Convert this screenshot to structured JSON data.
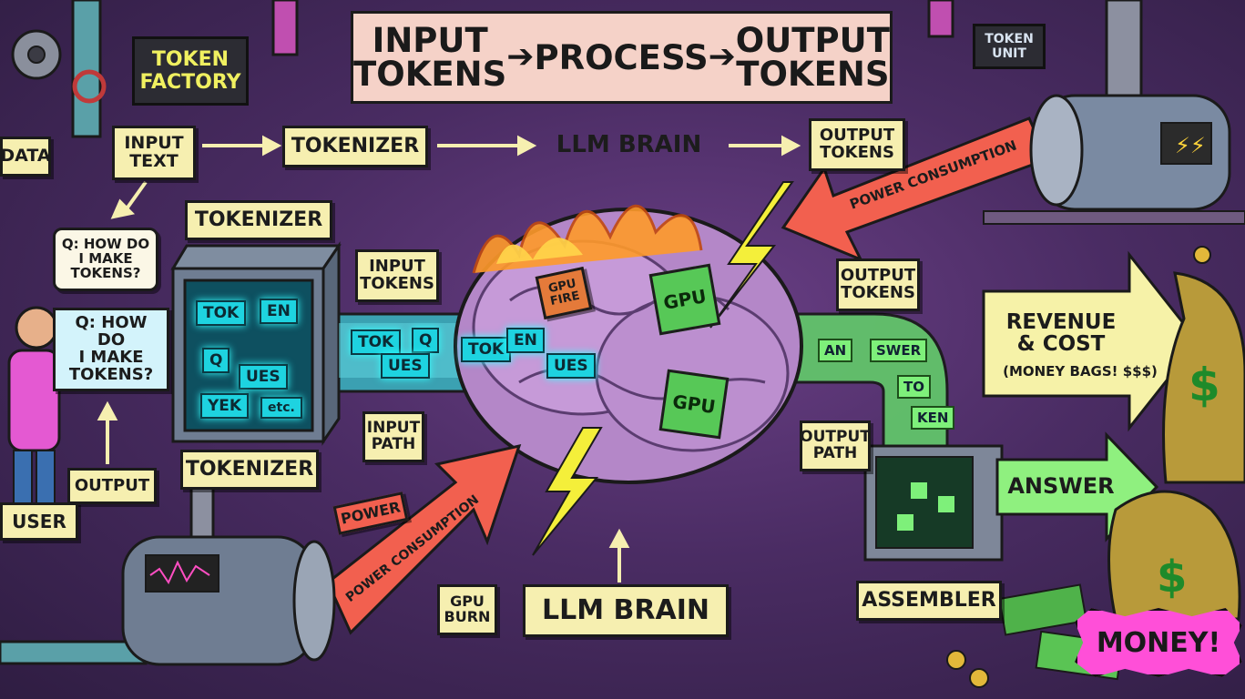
{
  "banner": {
    "input": "INPUT\nTOKENS",
    "arrow": "➔",
    "process": "PROCESS",
    "output": "OUTPUT\nTOKENS"
  },
  "signs": {
    "factory": "TOKEN\nFACTORY",
    "unit": "TOKEN\nUNIT",
    "data": "DATA"
  },
  "flow": {
    "input_text": "INPUT\nTEXT",
    "tokenizer": "TOKENIZER",
    "llm_brain": "LLM BRAIN",
    "output_tokens": "OUTPUT\nTOKENS"
  },
  "labels": {
    "tokenizer_top": "TOKENIZER",
    "tokenizer_bottom": "TOKENIZER",
    "question1": "Q: HOW DO\nI MAKE\nTOKENS?",
    "question2": "Q: HOW DO\nI MAKE\nTOKENS?",
    "input_tokens": "INPUT\nTOKENS",
    "input_path": "INPUT\nPATH",
    "output_tokens": "OUTPUT\nTOKENS",
    "output_path": "OUTPUT\nPATH",
    "output": "OUTPUT",
    "user": "USER",
    "power": "POWER",
    "gpu_burn": "GPU\nBURN",
    "llm_brain": "LLM BRAIN",
    "assembler": "ASSEMBLER",
    "power_consumption_top": "POWER CONSUMPTION",
    "power_consumption_bottom": "POWER CONSUMPTION",
    "revenue": "REVENUE\n& COST",
    "money_bags": "(MONEY BAGS! $$$)",
    "answer": "ANSWER",
    "money": "MONEY!",
    "gpu_fire": "GPU\nFIRE"
  },
  "tokens": {
    "tokenizer_screen": [
      "TOK",
      "EN",
      "Q",
      "UES",
      "YEK",
      "etc."
    ],
    "input_pipe": [
      "TOK",
      "Q",
      "UES",
      "TOK",
      "EN",
      "UES"
    ],
    "output_pipe": [
      "AN",
      "SWER",
      "TO",
      "KEN"
    ],
    "gpus": [
      "GPU",
      "GPU"
    ]
  },
  "colors": {
    "label_bg": "#f6efb0",
    "banner_bg": "#f5d2c8",
    "token_cyan": "#1ed3e0",
    "gpu_green": "#57c857",
    "power_arrow": "#f2604f",
    "answer_arrow": "#8ff07f",
    "revenue_arrow": "#f6f2a8",
    "money_badge": "#ff4fd8"
  }
}
